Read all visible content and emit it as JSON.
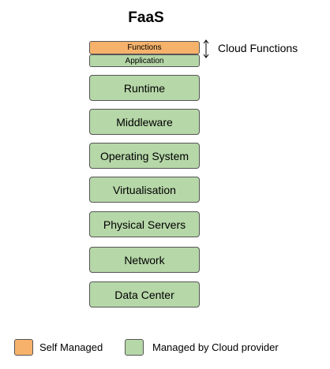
{
  "title": "FaaS",
  "top_stack": {
    "functions": "Functions",
    "application": "Application"
  },
  "bracket_label": "Cloud Functions",
  "layers": [
    "Runtime",
    "Middleware",
    "Operating System",
    "Virtualisation",
    "Physical Servers",
    "Network",
    "Data Center"
  ],
  "legend": {
    "self_managed": "Self Managed",
    "provider_managed": "Managed by Cloud provider"
  },
  "colors": {
    "self_managed": "#f6b26b",
    "provider_managed": "#b6d7a8"
  }
}
